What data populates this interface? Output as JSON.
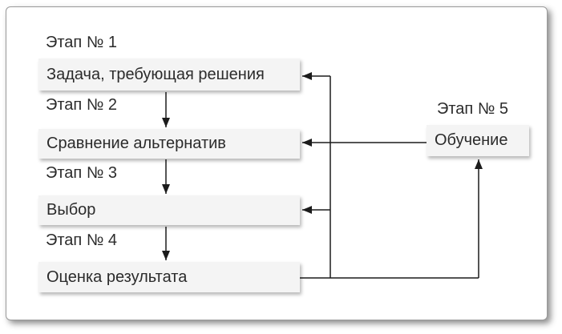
{
  "diagram": {
    "title_hidden": "",
    "stages": [
      {
        "label": "Этап № 1",
        "box": "Задача, требующая решения"
      },
      {
        "label": "Этап № 2",
        "box": "Сравнение альтернатив"
      },
      {
        "label": "Этап № 3",
        "box": "Выбор"
      },
      {
        "label": "Этап № 4",
        "box": "Оценка результата"
      },
      {
        "label": "Этап № 5",
        "box": "Обучение"
      }
    ],
    "connections": [
      "box1 -> box2 (down arrow)",
      "box2 -> box3 (down arrow)",
      "box3 -> box4 (down arrow)",
      "box4 -> box5 (right then up arrow)",
      "box5 -> box2 (left arrow)",
      "feedback spine -> box1 (left arrow)",
      "feedback spine -> box3 (left arrow)"
    ],
    "colors": {
      "canvas": "#ffffff",
      "box_fill": "#f4f4f4",
      "text": "#2b2b2b",
      "line": "#1c1c1c",
      "frame_border": "#9a9a9a"
    }
  }
}
